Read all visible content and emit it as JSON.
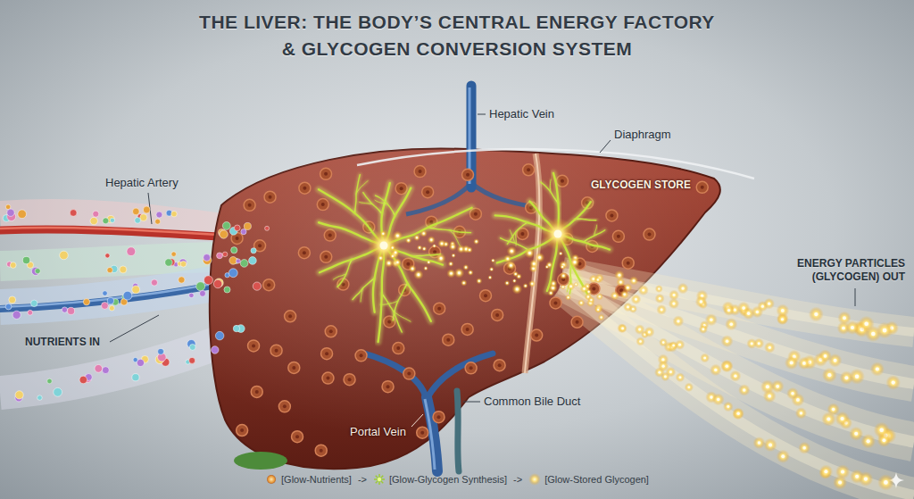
{
  "diagram": {
    "title": "THE LIVER: THE BODY’S CENTRAL ENERGY FACTORY & GLYCOGEN CONVERSION SYSTEM",
    "labels": [
      "Hepatic Vein",
      "Diaphragm",
      "Hepatic Artery",
      "GLYCOGEN STORE",
      "ENERGY PARTICLES (GLYCOGEN) OUT",
      "NUTRIENTS IN",
      "Portal Vein",
      "Common Bile Duct",
      "->",
      "->"
    ],
    "legend": [
      {
        "text": "[Glow-Nutrients]"
      },
      {
        "text": "[Glow-Glycogen Synthesis]"
      },
      {
        "text": "[Glow-Stored Glycogen]"
      }
    ]
  }
}
